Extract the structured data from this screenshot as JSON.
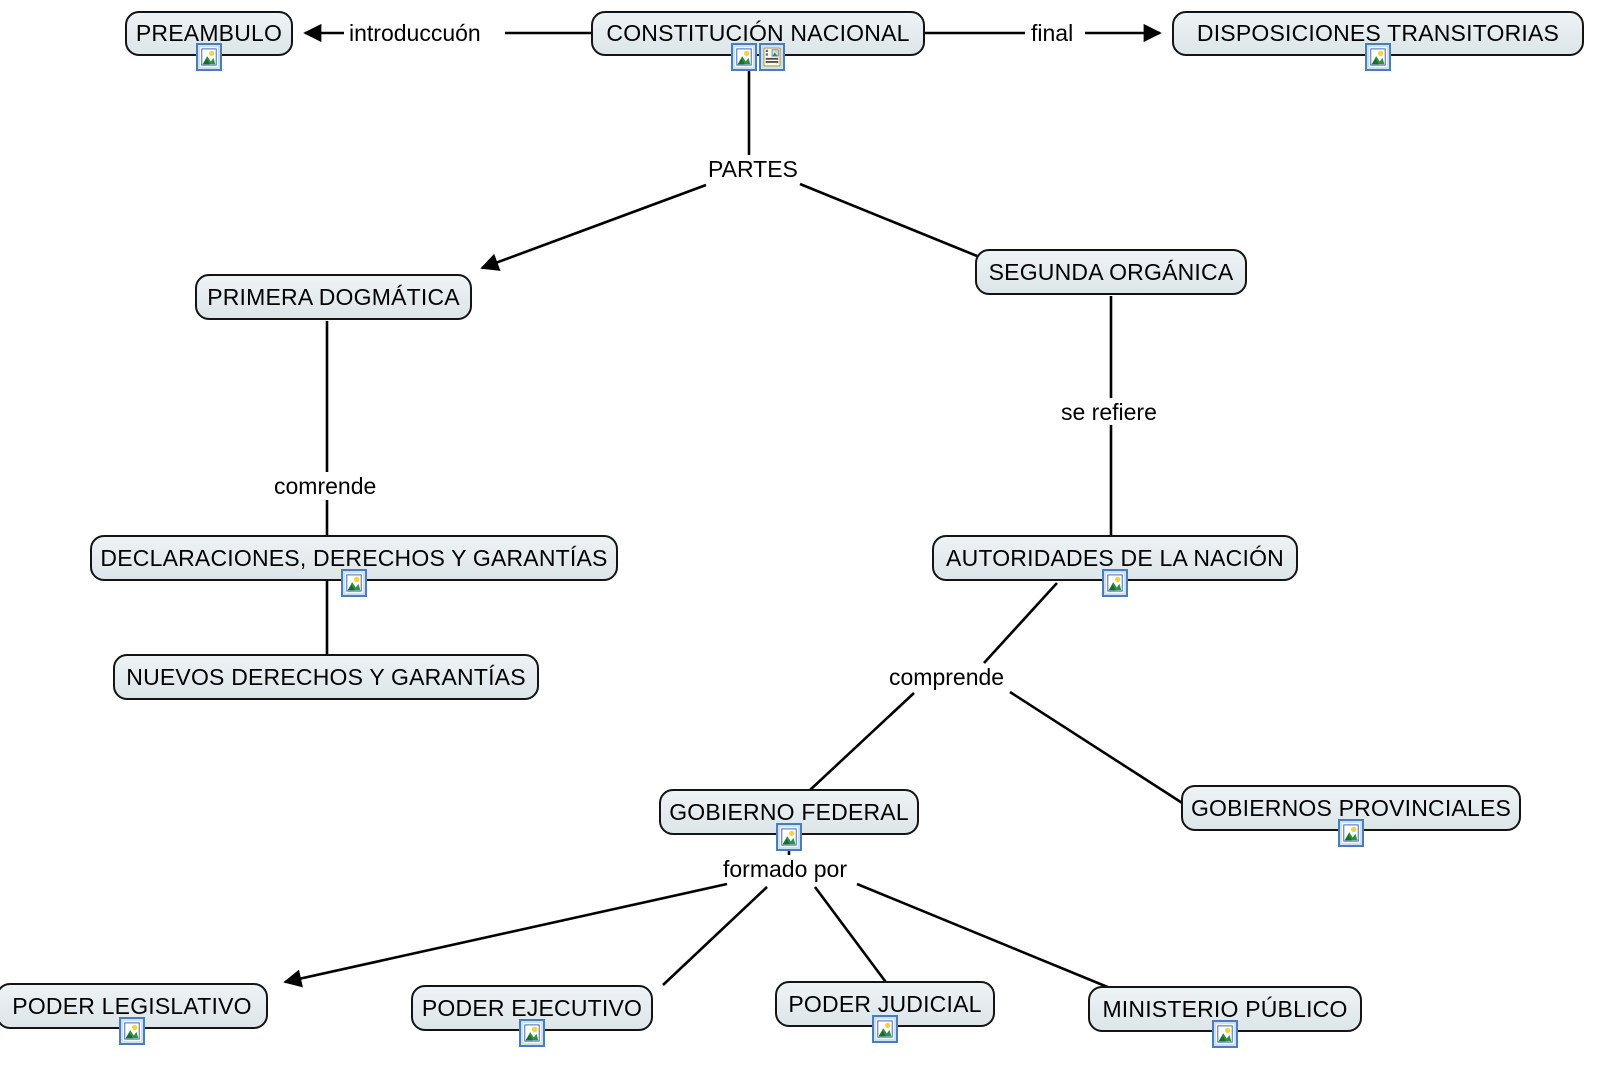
{
  "diagram": {
    "title": "CONSTITUCIÓN NACIONAL concept map",
    "background_color": "#ffffff",
    "node_fill_color": "#e6ecef",
    "node_border_color": "#141414",
    "edge_color": "#000000",
    "icon_border_color": "#4a7ebb"
  },
  "nodes": [
    {
      "id": "preambulo",
      "label": "PREAMBULO",
      "icons": [
        "image-icon"
      ]
    },
    {
      "id": "constitucion",
      "label": "CONSTITUCIÓN NACIONAL",
      "icons": [
        "image-icon",
        "document-icon"
      ]
    },
    {
      "id": "disposiciones",
      "label": "DISPOSICIONES TRANSITORIAS",
      "icons": [
        "image-icon"
      ]
    },
    {
      "id": "primera",
      "label": "PRIMERA DOGMÁTICA",
      "icons": []
    },
    {
      "id": "segunda",
      "label": "SEGUNDA ORGÁNICA",
      "icons": []
    },
    {
      "id": "declaraciones",
      "label": "DECLARACIONES, DERECHOS Y GARANTÍAS",
      "icons": [
        "image-icon"
      ]
    },
    {
      "id": "nuevos",
      "label": "NUEVOS DERECHOS Y GARANTÍAS",
      "icons": []
    },
    {
      "id": "autoridades",
      "label": "AUTORIDADES DE LA NACIÓN",
      "icons": [
        "image-icon"
      ]
    },
    {
      "id": "gobierno_federal",
      "label": "GOBIERNO FEDERAL",
      "icons": [
        "image-icon"
      ]
    },
    {
      "id": "gobiernos_prov",
      "label": "GOBIERNOS PROVINCIALES",
      "icons": [
        "image-icon"
      ]
    },
    {
      "id": "legislativo",
      "label": "PODER LEGISLATIVO",
      "icons": [
        "image-icon"
      ]
    },
    {
      "id": "ejecutivo",
      "label": "PODER EJECUTIVO",
      "icons": [
        "image-icon"
      ]
    },
    {
      "id": "judicial",
      "label": "PODER JUDICIAL",
      "icons": [
        "image-icon"
      ]
    },
    {
      "id": "ministerio",
      "label": "MINISTERIO PÚBLICO",
      "icons": [
        "image-icon"
      ]
    }
  ],
  "edge_labels": [
    {
      "id": "introduccuon",
      "text": "introduccuón",
      "from": "constitucion",
      "to": "preambulo"
    },
    {
      "id": "final",
      "text": "final",
      "from": "constitucion",
      "to": "disposiciones"
    },
    {
      "id": "partes",
      "text": "PARTES",
      "from": "constitucion",
      "to": "primera / segunda"
    },
    {
      "id": "comrende",
      "text": "comrende",
      "from": "primera",
      "to": "declaraciones"
    },
    {
      "id": "se_refiere",
      "text": "se refiere",
      "from": "segunda",
      "to": "autoridades"
    },
    {
      "id": "comprende",
      "text": "comprende",
      "from": "autoridades",
      "to": "gobierno_federal / gobiernos_prov"
    },
    {
      "id": "formado_por",
      "text": "formado por",
      "from": "gobierno_federal",
      "to": "poderes"
    }
  ]
}
